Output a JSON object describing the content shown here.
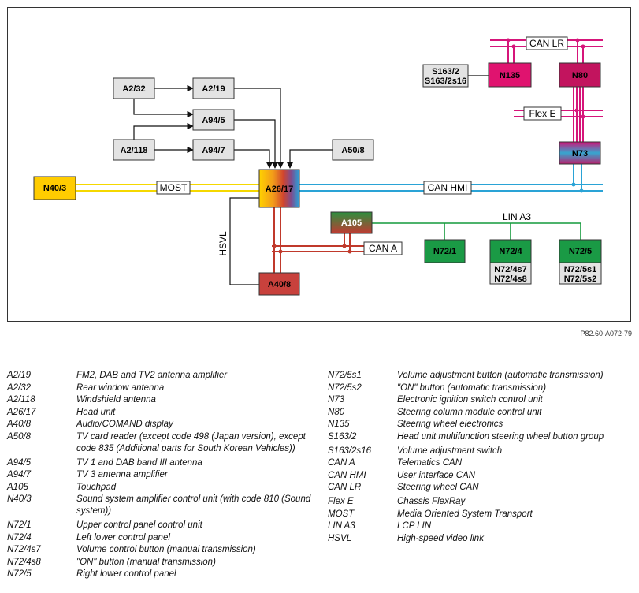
{
  "nodes": {
    "a232": "A2/32",
    "a219": "A2/19",
    "a945": "A94/5",
    "a2118": "A2/118",
    "a947": "A94/7",
    "a508": "A50/8",
    "n403": "N40/3",
    "a2617": "A26/17",
    "a105": "A105",
    "n721": "N72/1",
    "n724": "N72/4",
    "n724s7": "N72/4s7",
    "n724s8": "N72/4s8",
    "n725": "N72/5",
    "n725s1": "N72/5s1",
    "n725s2": "N72/5s2",
    "a408": "A40/8",
    "s1632": "S163/2",
    "s1632s16": "S163/2s16",
    "n135": "N135",
    "n80": "N80",
    "n73": "N73"
  },
  "buses": {
    "most": "MOST",
    "can_hmi": "CAN HMI",
    "can_a": "CAN A",
    "can_lr": "CAN LR",
    "flex_e": "Flex E",
    "lin_a3": "LIN A3",
    "hsvl": "HSVL"
  },
  "colors": {
    "gray_box": "#e3e3e3",
    "most_yellow": "#f5d800",
    "can_hmi_blue": "#2aa3d6",
    "can_a_red": "#c0392b",
    "can_lr_magenta": "#d6157a",
    "lin_green": "#149a3c",
    "n403_fill": "#ffcc00",
    "n135_fill": "#e0136f",
    "n80_fill": "#c2145e",
    "a408_fill": "#c8413c",
    "green_box": "#1a9a45"
  },
  "figure_ref": "P82.60-A072-79",
  "legend_left": [
    {
      "code": "A2/19",
      "desc": "FM2, DAB and TV2 antenna amplifier"
    },
    {
      "code": "A2/32",
      "desc": "Rear window antenna"
    },
    {
      "code": "A2/118",
      "desc": "Windshield antenna"
    },
    {
      "code": "A26/17",
      "desc": "Head unit"
    },
    {
      "code": "A40/8",
      "desc": "Audio/COMAND display"
    },
    {
      "code": "A50/8",
      "desc": "TV card reader (except code 498 (Japan version), except code 835 (Additional parts for South Korean Vehicles))"
    },
    {
      "code": "A94/5",
      "desc": "TV 1 and DAB band III antenna"
    },
    {
      "code": "A94/7",
      "desc": "TV 3 antenna amplifier"
    },
    {
      "code": "A105",
      "desc": "Touchpad"
    },
    {
      "code": "N40/3",
      "desc": "Sound system amplifier control unit (with code 810 (Sound system))"
    },
    {
      "code": "N72/1",
      "desc": "Upper control panel control unit"
    },
    {
      "code": "N72/4",
      "desc": "Left lower control panel"
    },
    {
      "code": "N72/4s7",
      "desc": "Volume control button (manual transmission)"
    },
    {
      "code": "N72/4s8",
      "desc": "\"ON\" button (manual transmission)"
    },
    {
      "code": "N72/5",
      "desc": "Right lower control panel"
    }
  ],
  "legend_right": [
    {
      "code": "N72/5s1",
      "desc": "Volume adjustment button (automatic transmission)"
    },
    {
      "code": "N72/5s2",
      "desc": "\"ON\" button (automatic transmission)"
    },
    {
      "code": "N73",
      "desc": "Electronic ignition switch control unit"
    },
    {
      "code": "N80",
      "desc": "Steering column module control unit"
    },
    {
      "code": "N135",
      "desc": "Steering wheel electronics"
    },
    {
      "code": "S163/2",
      "desc": "Head unit multifunction steering wheel button group"
    },
    {
      "code": "S163/2s16",
      "desc": "Volume adjustment switch"
    },
    {
      "code": "CAN A",
      "desc": "Telematics CAN"
    },
    {
      "code": "CAN HMI",
      "desc": "User interface CAN"
    },
    {
      "code": "CAN LR",
      "desc": "Steering wheel CAN"
    },
    {
      "code": "Flex E",
      "desc": "Chassis FlexRay"
    },
    {
      "code": "MOST",
      "desc": "Media Oriented System Transport"
    },
    {
      "code": "LIN A3",
      "desc": "LCP LIN"
    },
    {
      "code": "HSVL",
      "desc": "High-speed video link"
    }
  ]
}
